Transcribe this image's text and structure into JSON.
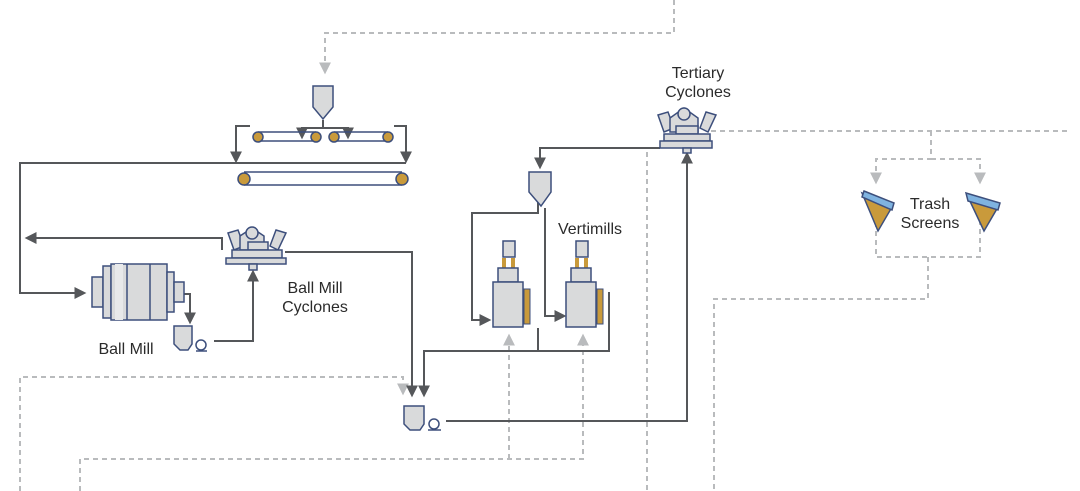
{
  "labels": {
    "tertiary_cyclones": "Tertiary\nCyclones",
    "vertimills": "Vertimills",
    "trash_screens": "Trash\nScreens",
    "ball_mill_cyclones": "Ball Mill\nCyclones",
    "ball_mill": "Ball Mill"
  },
  "colors": {
    "line": "#55575a",
    "dashed_line": "#b9bbbd",
    "equipment_fill": "#d9dadb",
    "outline": "#3d4f7c",
    "accent": "#c99a3b",
    "screen_top": "#7fb3e0"
  }
}
